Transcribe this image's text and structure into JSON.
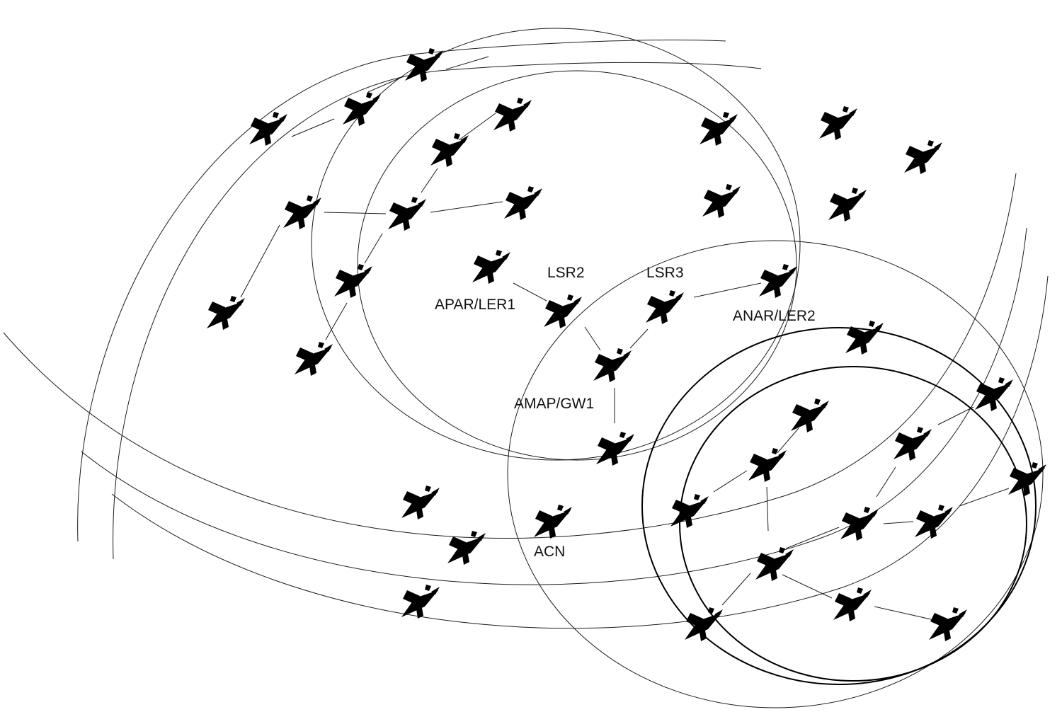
{
  "labels": {
    "lsr2": "LSR2",
    "lsr3": "LSR3",
    "apar_ler1": "APAR/LER1",
    "anar_ler2": "ANAR/LER2",
    "amap_gw1": "AMAP/GW1",
    "acn": "ACN"
  }
}
